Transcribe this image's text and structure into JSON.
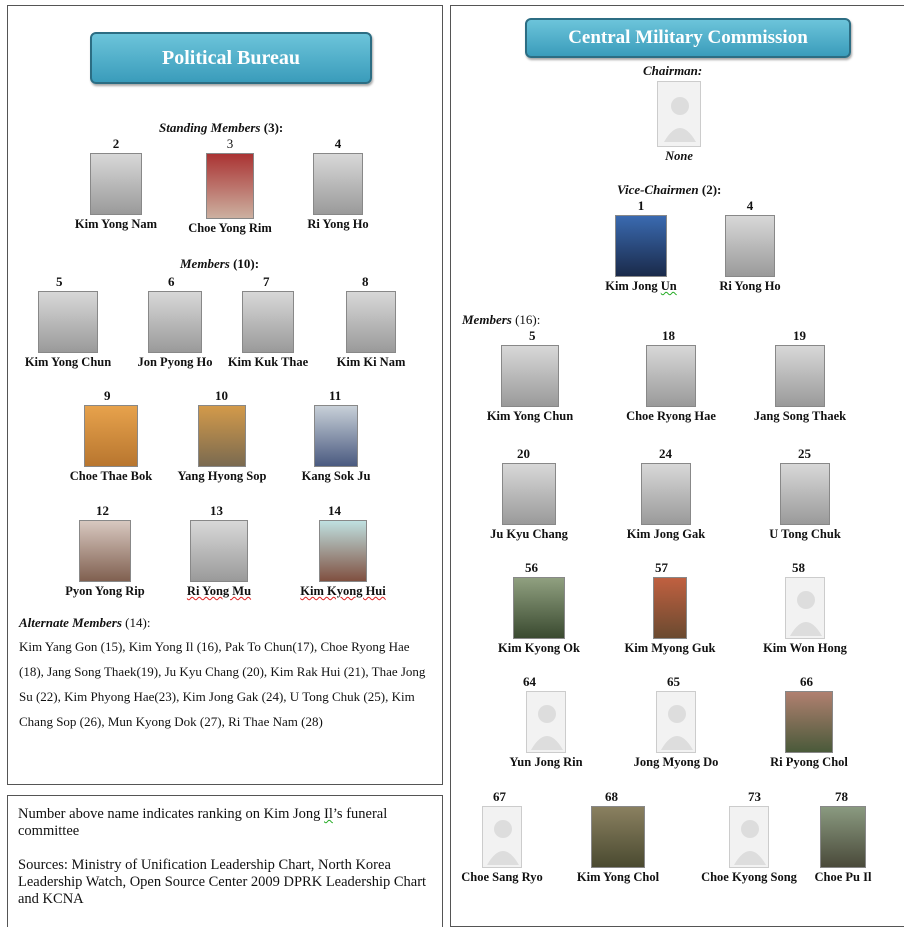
{
  "political_bureau": {
    "title": "Political Bureau",
    "standing_label": "Standing Members",
    "standing_count": " (3):",
    "members_label": "Members",
    "members_count": " (10):",
    "alternate_label": "Alternate Members",
    "alternate_count": " (14):",
    "alternate_text": "Kim Yang Gon (15), Kim Yong Il (16), Pak To Chun(17), Choe Ryong Hae (18), Jang Song Thaek(19), Ju Kyu Chang (20), Kim Rak Hui (21), Thae Jong Su (22), Kim Phyong Hae(23), Kim Jong Gak (24), U Tong Chuk (25), Kim Chang Sop (26), Mun Kyong Dok (27), Ri Thae Nam (28)",
    "standing": [
      {
        "rank": "2",
        "name": "Kim Yong Nam"
      },
      {
        "rank": "3",
        "name": "Choe Yong Rim"
      },
      {
        "rank": "4",
        "name": "Ri Yong Ho"
      }
    ],
    "members": [
      {
        "rank": "5",
        "name": "Kim Yong Chun"
      },
      {
        "rank": "6",
        "name": "Jon Pyong Ho"
      },
      {
        "rank": "7",
        "name": "Kim Kuk Thae"
      },
      {
        "rank": "8",
        "name": "Kim Ki Nam"
      },
      {
        "rank": "9",
        "name": "Choe Thae Bok"
      },
      {
        "rank": "10",
        "name": "Yang Hyong Sop"
      },
      {
        "rank": "11",
        "name": "Kang Sok Ju"
      },
      {
        "rank": "12",
        "name": "Pyon Yong Rip"
      },
      {
        "rank": "13",
        "name": "Ri Yong Mu"
      },
      {
        "rank": "14",
        "name": "Kim Kyong Hui"
      }
    ]
  },
  "cmc": {
    "title": "Central Military Commission",
    "chairman_label": "Chairman:",
    "chairman_name": "None",
    "vice_label": "Vice-Chairmen",
    "vice_count": " (2):",
    "vice": [
      {
        "rank": "1",
        "name_a": "Kim Jong ",
        "name_b": "Un"
      },
      {
        "rank": "4",
        "name": "Ri Yong Ho"
      }
    ],
    "members_label": "Members",
    "members_count": " (16):",
    "members": [
      {
        "rank": "5",
        "name": "Kim Yong Chun"
      },
      {
        "rank": "18",
        "name": "Choe Ryong Hae"
      },
      {
        "rank": "19",
        "name": "Jang Song Thaek"
      },
      {
        "rank": "20",
        "name": "Ju Kyu Chang"
      },
      {
        "rank": "24",
        "name": "Kim Jong Gak"
      },
      {
        "rank": "25",
        "name": "U Tong Chuk"
      },
      {
        "rank": "56",
        "name": "Kim Kyong Ok"
      },
      {
        "rank": "57",
        "name": "Kim Myong Guk"
      },
      {
        "rank": "58",
        "name": "Kim Won Hong"
      },
      {
        "rank": "64",
        "name": "Yun Jong Rin"
      },
      {
        "rank": "65",
        "name": "Jong Myong Do"
      },
      {
        "rank": "66",
        "name": "Ri Pyong Chol"
      },
      {
        "rank": "67",
        "name": "Choe Sang Ryo"
      },
      {
        "rank": "68",
        "name": "Kim Yong Chol"
      },
      {
        "rank": "73",
        "name": "Choe Kyong Song"
      },
      {
        "rank": "78",
        "name": "Choe Pu Il"
      }
    ]
  },
  "note": {
    "line1_a": "Number above name indicates ranking on Kim Jong ",
    "line1_b": "Il",
    "line1_c": "’s funeral committee",
    "sources": "Sources: Ministry of Unification Leadership Chart, North Korea Leadership Watch, Open Source Center 2009 DPRK Leadership Chart and KCNA"
  },
  "colors": {
    "title_fill": "#4aafcb",
    "title_border": "#2c6d83",
    "panel_border": "#555555"
  },
  "icons": {
    "photo": "person-photo",
    "placeholder": "no-photo-silhouette"
  }
}
